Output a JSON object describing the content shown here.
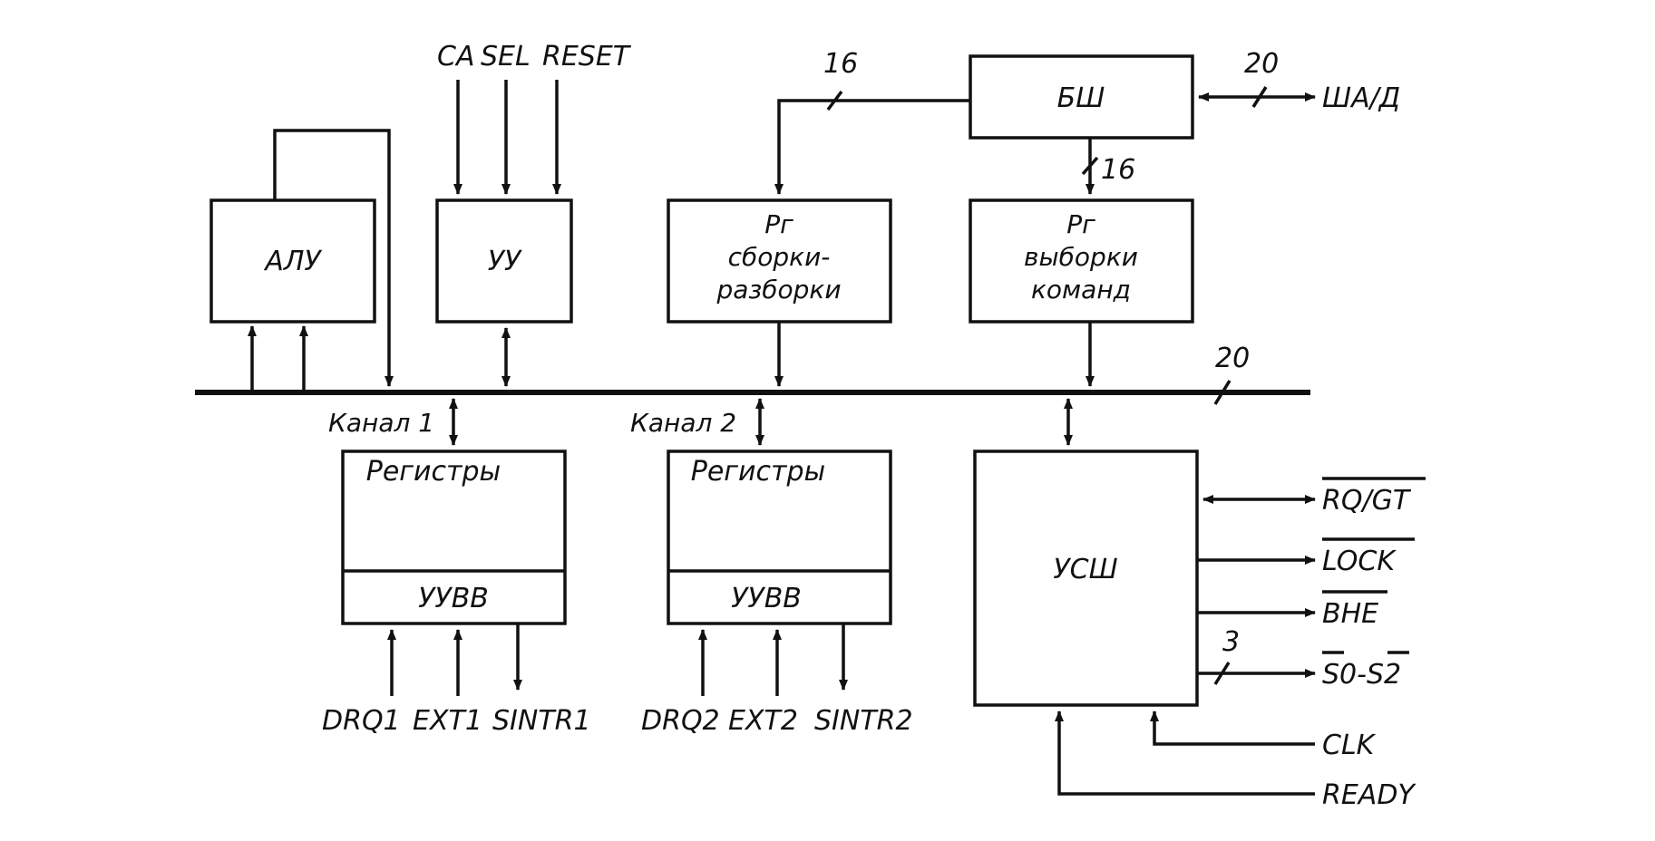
{
  "blocks": {
    "alu": "АЛУ",
    "uu": "УУ",
    "bsh": "БШ",
    "rg_sborki": [
      "Рг",
      "сборки-",
      "разборки"
    ],
    "rg_vyborki": [
      "Рг",
      "выборки",
      "команд"
    ],
    "usch": "УСШ",
    "registers1": "Регистры",
    "uuvv1": "УУВВ",
    "registers2": "Регистры",
    "uuvv2": "УУВВ"
  },
  "channels": {
    "ch1": "Канал 1",
    "ch2": "Канал 2"
  },
  "signals": {
    "ca": "CA",
    "sel": "SEL",
    "reset": "RESET",
    "sha_d": "ША/Д",
    "rq_gt": "RQ/GT",
    "lock": "LOCK",
    "bhe": "BHE",
    "s0_s2": "S0-S2",
    "clk": "CLK",
    "ready": "READY",
    "drq1": "DRQ1",
    "ext1": "EXT1",
    "sintr1": "SINTR1",
    "drq2": "DRQ2",
    "ext2": "EXT2",
    "sintr2": "SINTR2"
  },
  "bus_widths": {
    "bsh_to_rg": "16",
    "bsh_to_external": "20",
    "bsh_to_rg_vyborki": "16",
    "internal_bus": "20",
    "status_lines": "3"
  }
}
